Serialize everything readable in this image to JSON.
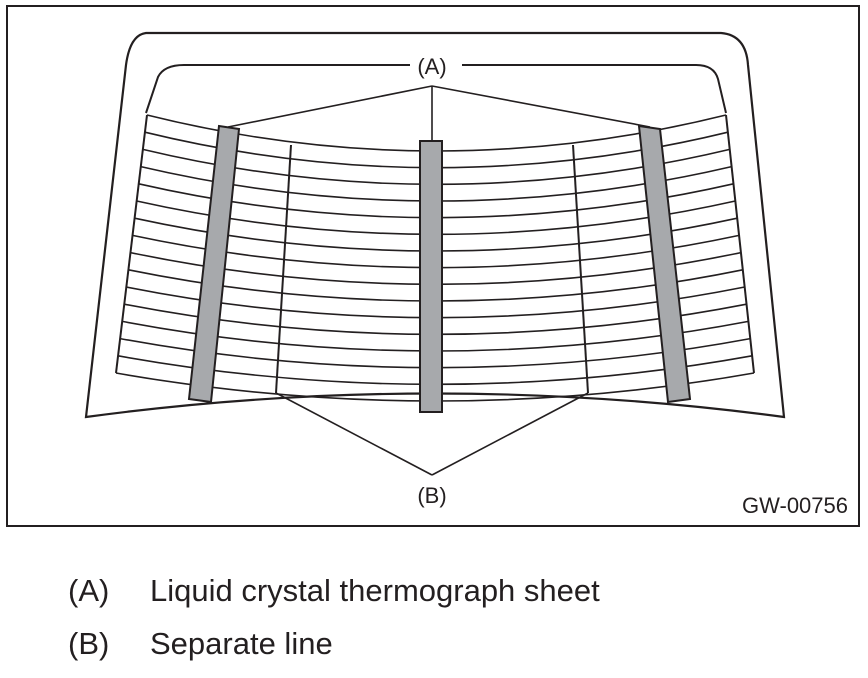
{
  "diagram": {
    "callout_a": "(A)",
    "callout_b": "(B)",
    "figure_code": "GW-00756"
  },
  "legend": [
    {
      "key": "(A)",
      "text": "Liquid crystal thermograph sheet"
    },
    {
      "key": "(B)",
      "text": "Separate line"
    }
  ],
  "colors": {
    "line": "#231f20",
    "sheet_fill": "#a7a9ac",
    "background": "#ffffff"
  }
}
